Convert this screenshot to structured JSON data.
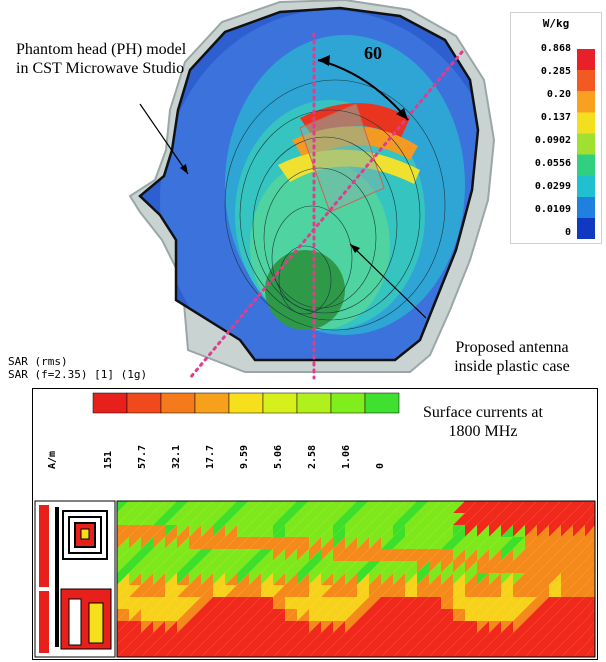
{
  "top_panel": {
    "annotations": {
      "phantom_line1": "Phantom head (PH) model",
      "phantom_line2": "in CST Microwave Studio",
      "angle": "60",
      "antenna_line1": "Proposed antenna",
      "antenna_line2": "inside plastic case"
    },
    "sar_label": {
      "line1": "SAR (rms)",
      "line2": "SAR (f=2.35) [1] (1g)"
    },
    "legend": {
      "unit": "W/kg",
      "values": [
        "0.868",
        "0.285",
        "0.20",
        "0.137",
        "0.0902",
        "0.0556",
        "0.0299",
        "0.0109",
        "0"
      ],
      "colors": [
        "#e8202a",
        "#f25a22",
        "#f8a020",
        "#f2e020",
        "#a0e030",
        "#30d080",
        "#20c0d0",
        "#2080e0",
        "#1038c0"
      ]
    }
  },
  "bottom_panel": {
    "title_line1": "Surface currents at",
    "title_line2": "1800 MHz",
    "unit": "A/m",
    "scale_values": [
      "151",
      "57.7",
      "32.1",
      "17.7",
      "9.59",
      "5.06",
      "2.58",
      "1.06",
      "0"
    ],
    "scale_colors": [
      "#e8201c",
      "#f04a1c",
      "#f47a1c",
      "#f6a01c",
      "#f6e01c",
      "#d6f01c",
      "#b0f01c",
      "#80ee1c",
      "#40e030"
    ],
    "field_colors": {
      "high": "#ef2a1c",
      "mid": "#f58a1c",
      "warm": "#f6d21c",
      "low": "#7ee81c",
      "lowest": "#3fde2a"
    }
  }
}
